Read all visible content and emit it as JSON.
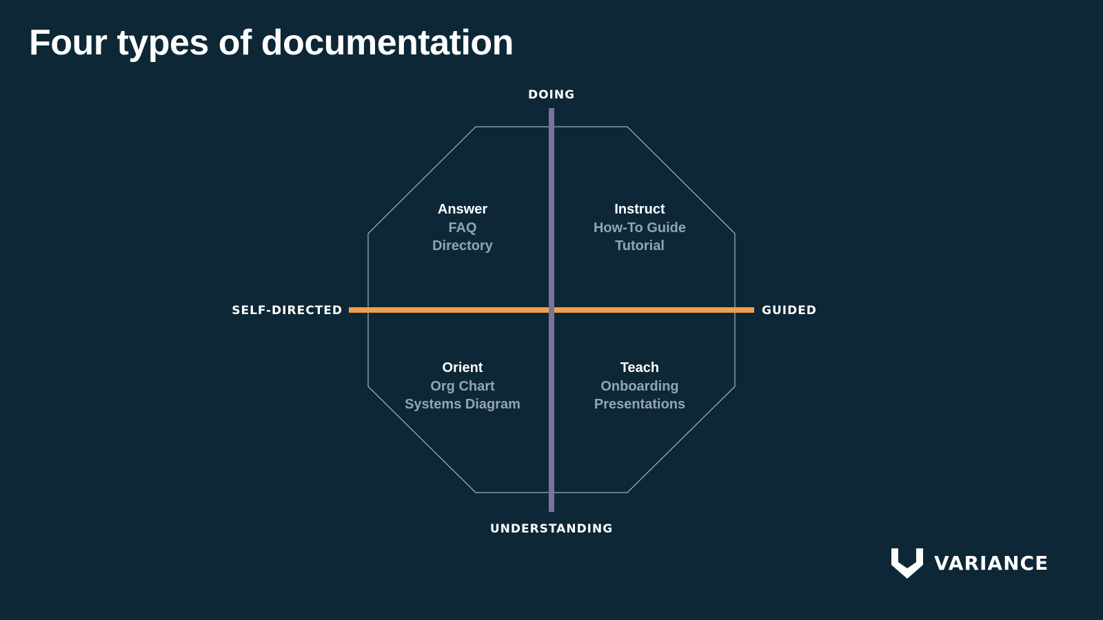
{
  "slide": {
    "title": "Four types of documentation"
  },
  "axes": {
    "top": "DOING",
    "bottom": "UNDERSTANDING",
    "left": "SELF-DIRECTED",
    "right": "GUIDED"
  },
  "quadrants": [
    {
      "title": "Answer",
      "items": [
        "FAQ",
        "Directory"
      ]
    },
    {
      "title": "Instruct",
      "items": [
        "How-To Guide",
        "Tutorial"
      ]
    },
    {
      "title": "Orient",
      "items": [
        "Org Chart",
        "Systems Diagram"
      ]
    },
    {
      "title": "Teach",
      "items": [
        "Onboarding",
        "Presentations"
      ]
    }
  ],
  "brand": {
    "name": "VARIANCE",
    "logo_icon": "variance-v-logo-icon"
  },
  "colors": {
    "background": "#0d2736",
    "horizontal_axis": "#f0a04b",
    "vertical_axis": "#7d739a",
    "octagon_outline": "#c9d2d8",
    "item_text": "#93a6b0"
  }
}
